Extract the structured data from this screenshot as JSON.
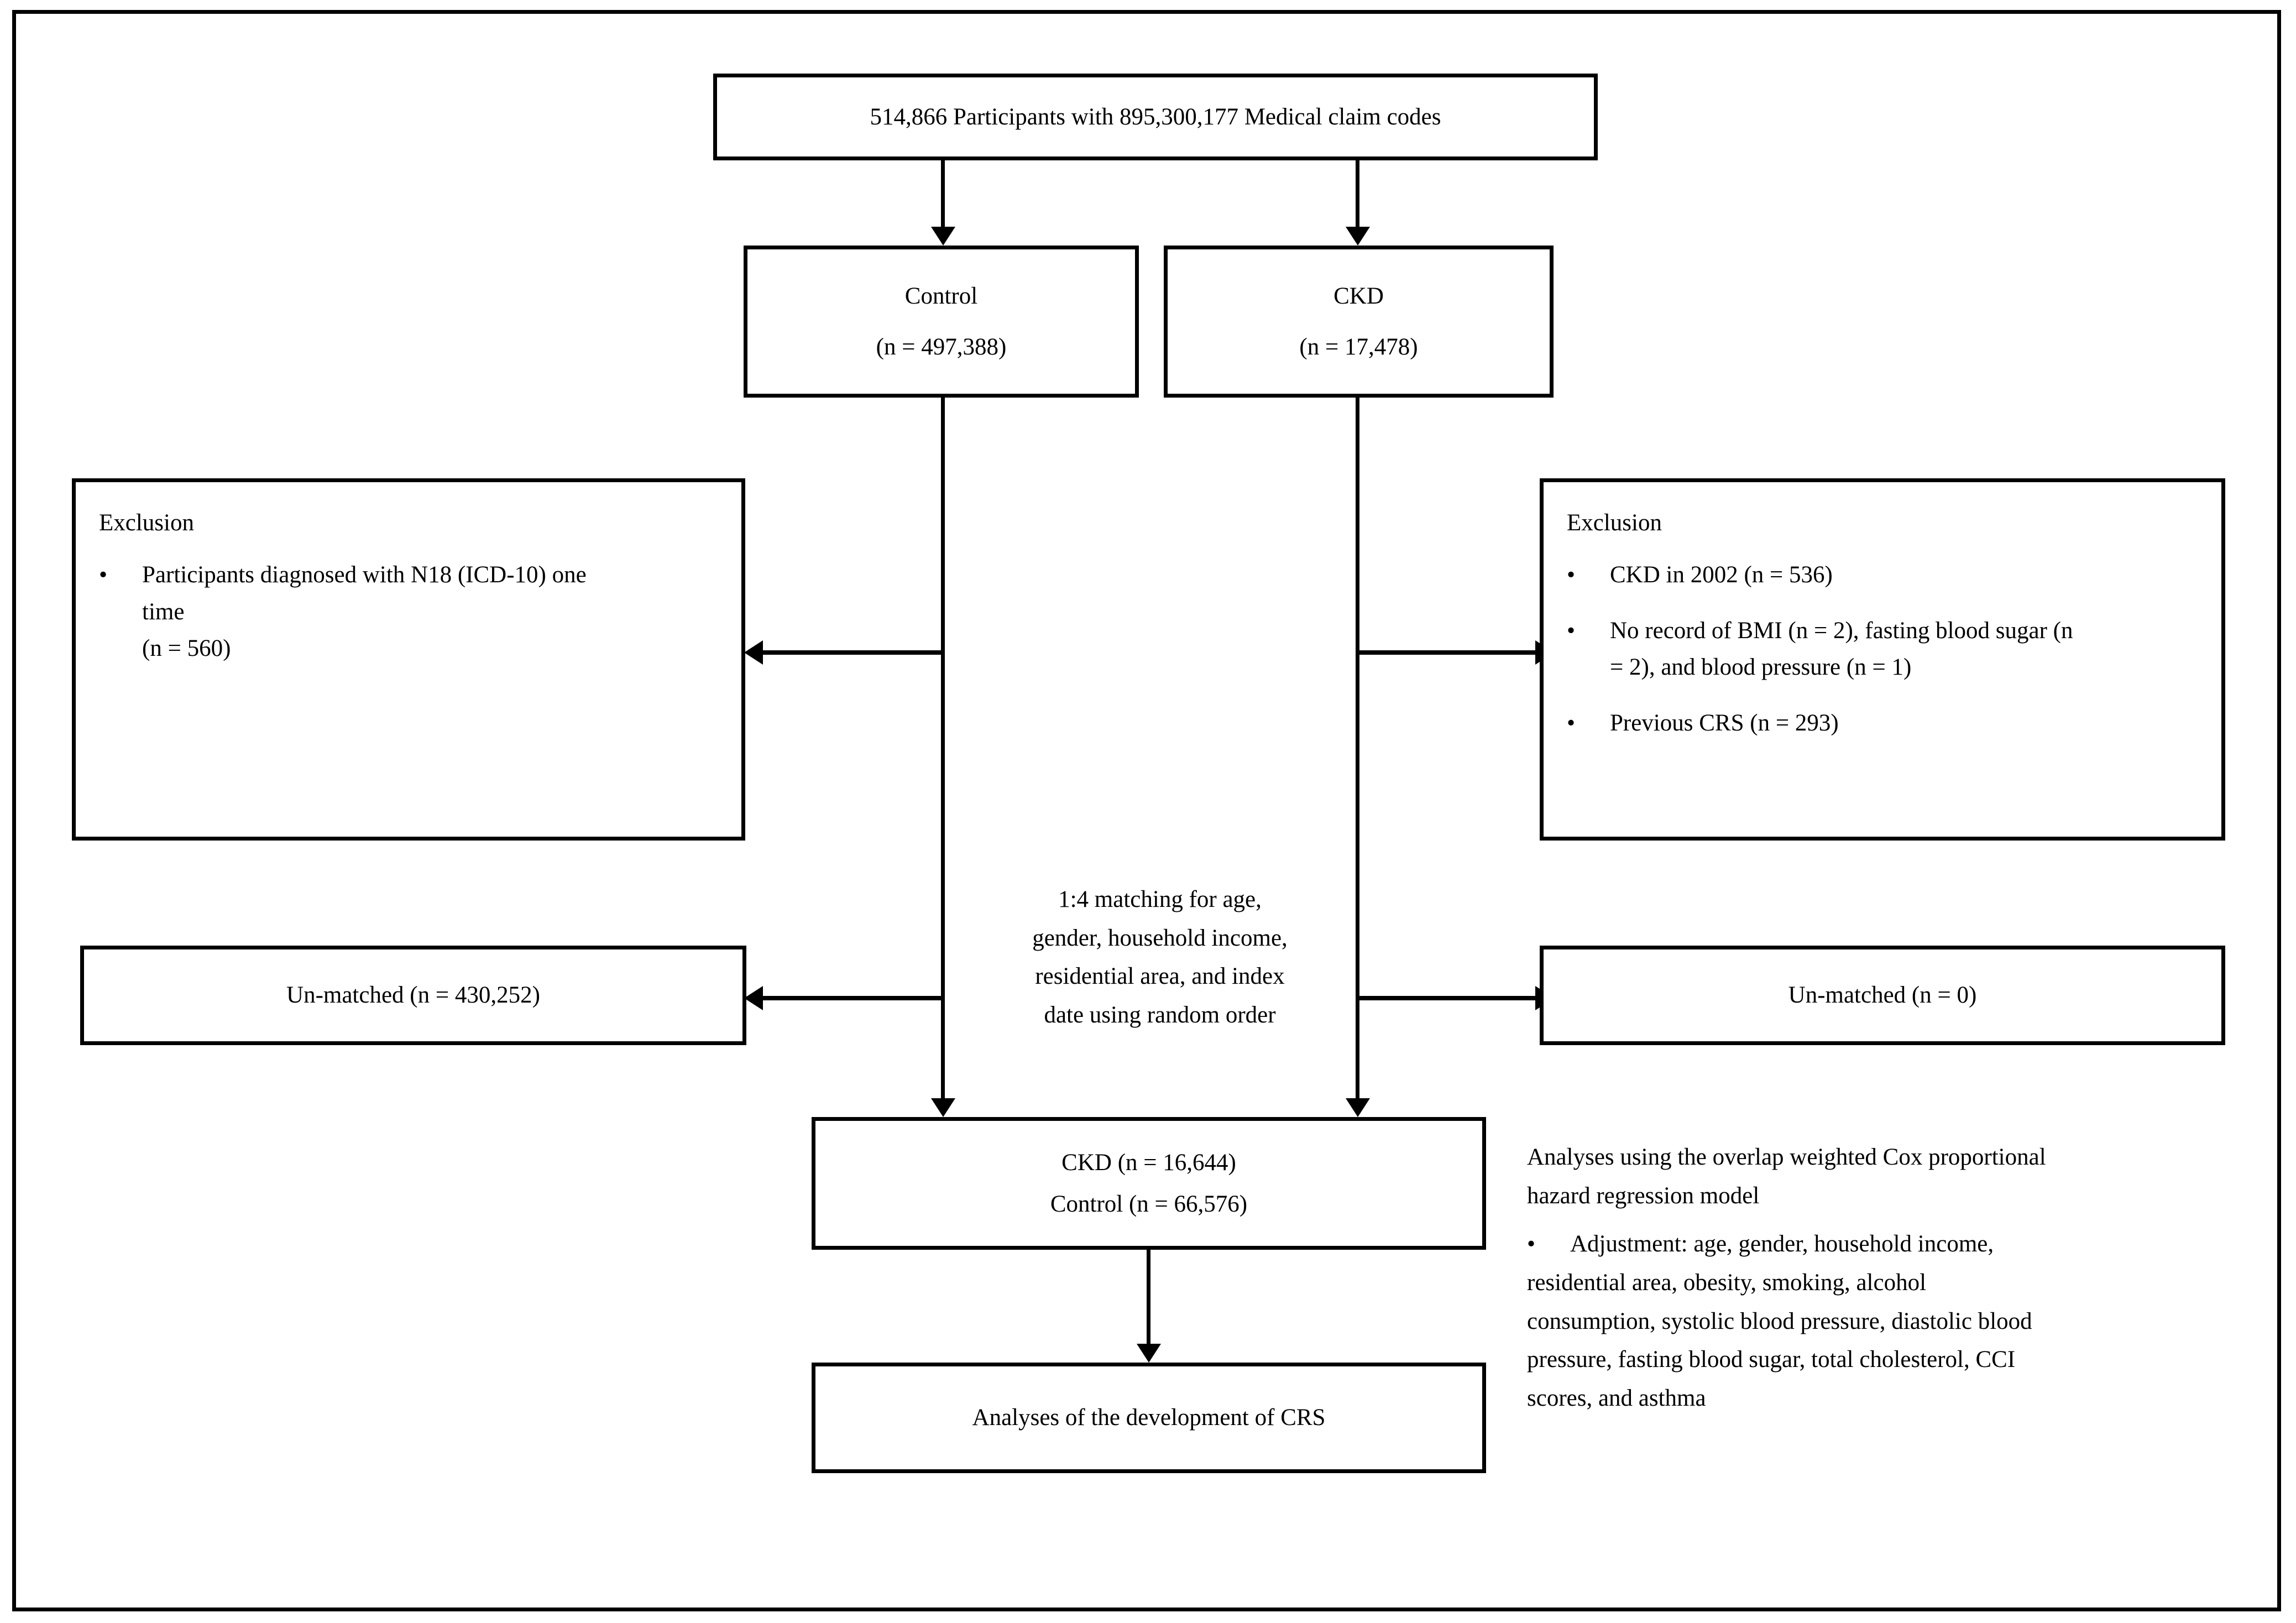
{
  "diagram": {
    "type": "flowchart",
    "title": "CKD cohort selection flow diagram",
    "accent_color": "#000000",
    "background_color": "#ffffff"
  },
  "top_box": {
    "text": "514,866 Participants with 895,300,177 Medical claim codes"
  },
  "control_box": {
    "label": "Control",
    "count": "(n =  497,388)"
  },
  "ckd_box": {
    "label": "CKD",
    "count": "(n = 17,478)"
  },
  "left_exclusion": {
    "heading": "Exclusion",
    "bullet_char": "•",
    "items": [
      "Participants diagnosed with  N18 (ICD-10) one time",
      "(n = 560)"
    ],
    "item_lines": [
      [
        "Participants diagnosed with  N18 (ICD-10) one",
        "time"
      ],
      [
        "(n = 560)"
      ]
    ]
  },
  "right_exclusion": {
    "heading": "Exclusion",
    "bullet_char": "•",
    "items": [
      "CKD in 2002 (n = 536)",
      "No record of BMI (n = 2), fasting blood sugar  (n = 2), and blood pressure (n = 1)",
      "Previous CRS (n = 293)"
    ],
    "item_lines": [
      [
        "CKD in 2002 (n = 536)"
      ],
      [
        "No record of BMI (n = 2), fasting blood sugar  (n",
        "= 2), and blood pressure (n = 1)"
      ],
      [
        "Previous CRS (n = 293)"
      ]
    ]
  },
  "matching_note": {
    "lines": [
      "1:4  matching for age,",
      "gender, household income,",
      "residential area, and index",
      "date using random order"
    ]
  },
  "unmatched_left": {
    "text": "Un-matched (n = 430,252)"
  },
  "unmatched_right": {
    "text": "Un-matched (n = 0)"
  },
  "matched_box": {
    "line1": "CKD (n = 16,644)",
    "line2": "Control (n = 66,576)"
  },
  "analyses_note": {
    "intro_lines": [
      "Analyses using the overlap weighted Cox proportional",
      "hazard regression model"
    ],
    "bullet_char": "•",
    "bullet_lines": [
      "Adjustment:  age, gender, household income,",
      "residential area, obesity, smoking, alcohol",
      "consumption, systolic blood pressure, diastolic blood",
      "pressure, fasting blood sugar, total cholesterol, CCI",
      "scores, and asthma"
    ]
  },
  "final_box": {
    "text": "Analyses of  the development of CRS"
  }
}
